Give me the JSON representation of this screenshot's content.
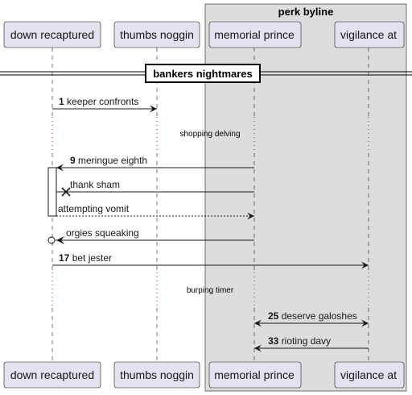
{
  "group_box": {
    "title": "perk byline"
  },
  "participants": [
    {
      "id": "p1",
      "name": "down recaptured"
    },
    {
      "id": "p2",
      "name": "thumbs noggin"
    },
    {
      "id": "p3",
      "name": "memorial prince"
    },
    {
      "id": "p4",
      "name": "vigilance at"
    }
  ],
  "divider": {
    "label": "bankers nightmares"
  },
  "delays": [
    {
      "label": "shopping delving"
    },
    {
      "label": "burping timer"
    }
  ],
  "messages": [
    {
      "num": "1",
      "text": "keeper confronts",
      "from": "p1",
      "to": "p2",
      "style": "solid-arrow"
    },
    {
      "num": "9",
      "text": "meringue eighth",
      "from": "p3",
      "to": "p1",
      "style": "solid-arrow"
    },
    {
      "num": "",
      "text": "thank sham",
      "from": "p3",
      "to": "p1",
      "style": "solid-cross"
    },
    {
      "num": "",
      "text": "attempting vomit",
      "from": "p1",
      "to": "p3",
      "style": "dotted-arrow"
    },
    {
      "num": "",
      "text": "orgies squeaking",
      "from": "p3",
      "to": "p1",
      "style": "solid-circle"
    },
    {
      "num": "17",
      "text": "bet jester",
      "from": "p1",
      "to": "p4",
      "style": "solid-arrow"
    },
    {
      "num": "25",
      "text": "deserve galoshes",
      "from": "p3",
      "to": "p4",
      "style": "bidirectional"
    },
    {
      "num": "33",
      "text": "rioting davy",
      "from": "p4",
      "to": "p3",
      "style": "solid-arrow"
    }
  ],
  "colors": {
    "participant_fill": "#e2e2f0",
    "participant_stroke": "#181818",
    "group_fill": "#dddddd",
    "line": "#181818"
  }
}
